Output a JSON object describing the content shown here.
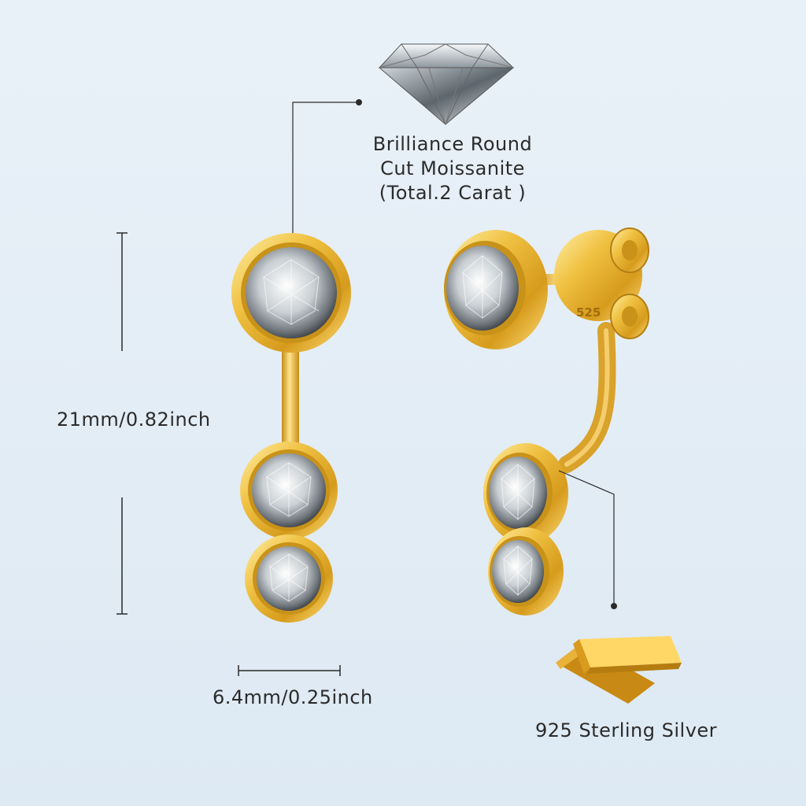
{
  "gem": {
    "line1": "Brilliance Round",
    "line2": "Cut Moissanite",
    "line3": "(Total.2 Carat )"
  },
  "dimensions": {
    "height": "21mm/0.82inch",
    "width": "6.4mm/0.25inch"
  },
  "material": {
    "label": "925 Sterling Silver",
    "stamp": "525"
  },
  "colors": {
    "background": "#e4eef7",
    "gold": "#e8b530",
    "gold_dark": "#b47f12",
    "gold_light": "#ffe08a",
    "line": "#2a2a2a"
  }
}
